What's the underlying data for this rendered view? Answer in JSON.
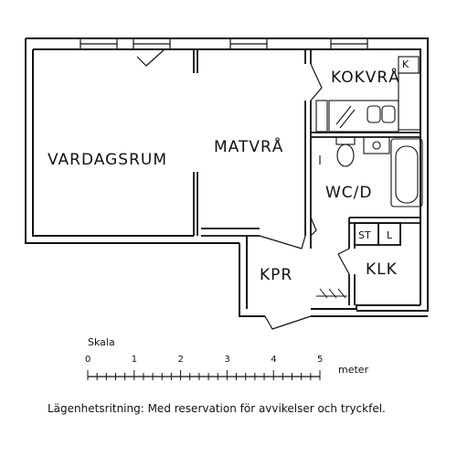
{
  "rooms": {
    "vardagsrum": "VARDAGSRUM",
    "matvra": "MATVRÅ",
    "kokvra": "KOKVRÅ",
    "k": "K",
    "wcd": "WC/D",
    "st": "ST",
    "l": "L",
    "klk": "KLK",
    "kpr": "KPR"
  },
  "scale": {
    "title": "Skala",
    "unit": "meter",
    "ticks": [
      "0",
      "1",
      "2",
      "3",
      "4",
      "5"
    ]
  },
  "caption": "Lägenhetsritning: Med reservation för avvikelser och tryckfel."
}
